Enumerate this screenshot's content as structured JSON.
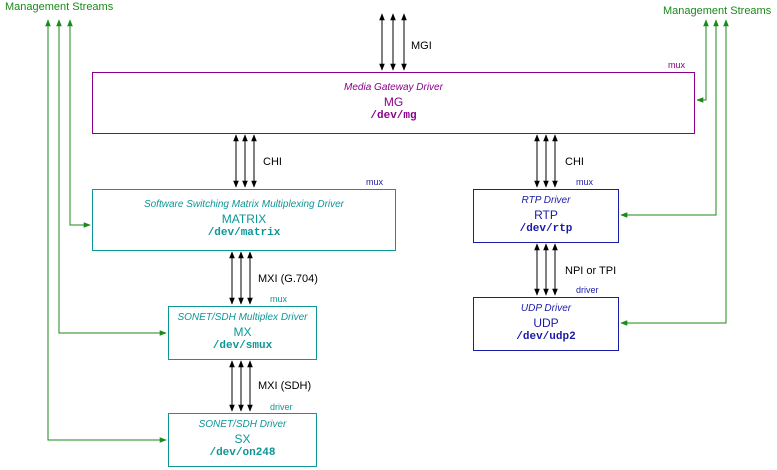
{
  "colors": {
    "mg": "#8b008b",
    "teal": "#0e9696",
    "blue": "#1a1aa8",
    "green": "#1a8a1a",
    "arrow": "#000000"
  },
  "management_left": "Management Streams",
  "management_right": "Management Streams",
  "interfaces": {
    "mgi": "MGI",
    "chi_left": "CHI",
    "chi_right": "CHI",
    "mxi_g704": "MXI (G.704)",
    "mxi_sdh": "MXI (SDH)",
    "npi_tpi": "NPI or TPI"
  },
  "drivers": {
    "mg": {
      "desc": "Media Gateway Driver",
      "abbr": "MG",
      "dev": "/dev/mg",
      "tag": "mux"
    },
    "matrix": {
      "desc": "Software Switching Matrix Multiplexing Driver",
      "abbr": "MATRIX",
      "dev": "/dev/matrix",
      "tag": "mux"
    },
    "mx": {
      "desc": "SONET/SDH Multiplex Driver",
      "abbr": "MX",
      "dev": "/dev/smux",
      "tag": "mux"
    },
    "sx": {
      "desc": "SONET/SDH Driver",
      "abbr": "SX",
      "dev": "/dev/on248",
      "tag": "driver"
    },
    "rtp": {
      "desc": "RTP Driver",
      "abbr": "RTP",
      "dev": "/dev/rtp",
      "tag": "mux"
    },
    "udp": {
      "desc": "UDP Driver",
      "abbr": "UDP",
      "dev": "/dev/udp2",
      "tag": "driver"
    }
  }
}
